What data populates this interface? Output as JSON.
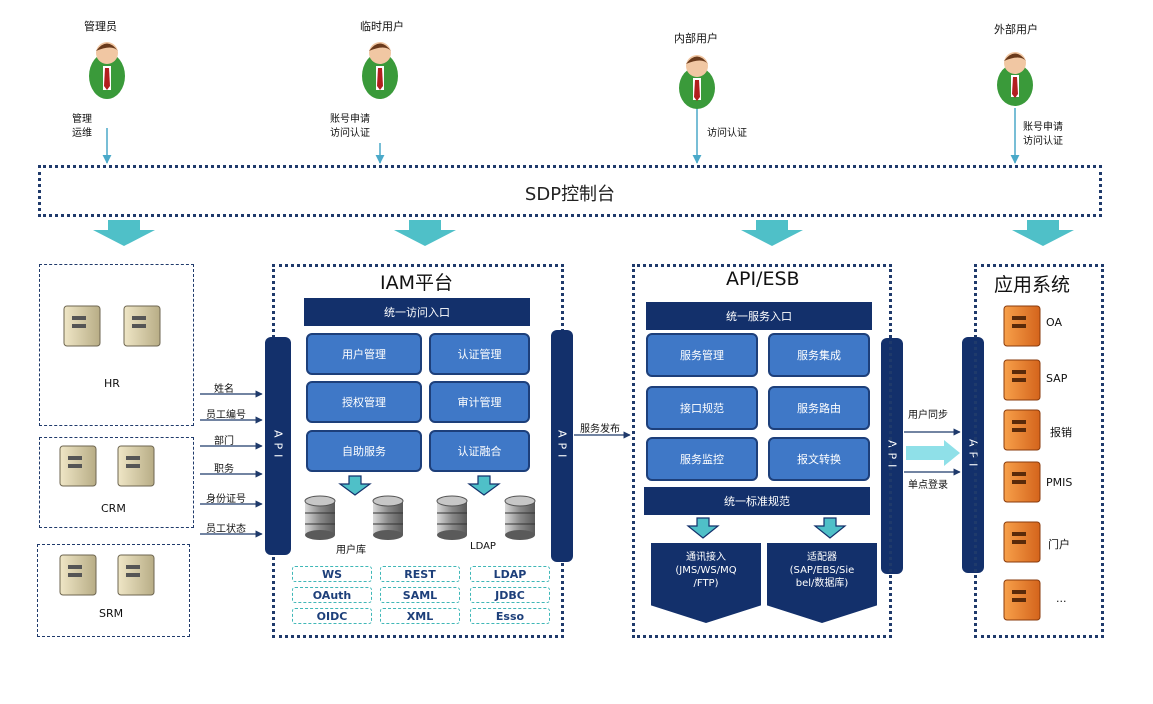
{
  "users": [
    {
      "name": "管理员",
      "note_lines": [
        "管理",
        "运维"
      ]
    },
    {
      "name": "临时用户",
      "note_lines": [
        "账号申请",
        "访问认证"
      ]
    },
    {
      "name": "内部用户",
      "note_lines": [
        "访问认证"
      ]
    },
    {
      "name": "外部用户",
      "note_lines": [
        "账号申请",
        "访问认证"
      ]
    }
  ],
  "sdp": {
    "title": "SDP控制台"
  },
  "sources": [
    {
      "name": "HR"
    },
    {
      "name": "CRM"
    },
    {
      "name": "SRM"
    }
  ],
  "sync_fields": [
    "姓名",
    "员工编号",
    "部门",
    "职务",
    "身份证号",
    "员工状态"
  ],
  "iam": {
    "title": "IAM平台",
    "entry": "统一访问入口",
    "modules": [
      "用户管理",
      "认证管理",
      "授权管理",
      "审计管理",
      "自助服务",
      "认证融合"
    ],
    "stores": [
      "用户库",
      "LDAP"
    ],
    "protocols": [
      "WS",
      "REST",
      "LDAP",
      "OAuth",
      "SAML",
      "JDBC",
      "OIDC",
      "XML",
      "Esso"
    ]
  },
  "api_label": "API",
  "service_publish": "服务发布",
  "esb": {
    "title": "API/ESB",
    "entry": "统一服务入口",
    "modules": [
      "服务管理",
      "服务集成",
      "接口规范",
      "服务路由",
      "服务监控",
      "报文转换"
    ],
    "standard": "统一标准规范",
    "outputs": [
      {
        "lines": [
          "通讯接入",
          "(JMS/WS/MQ",
          "/FTP)"
        ]
      },
      {
        "lines": [
          "适配器",
          "(SAP/EBS/Sie",
          "bel/数据库)"
        ]
      }
    ]
  },
  "links": {
    "user_sync": "用户同步",
    "sso": "单点登录"
  },
  "apps": {
    "title": "应用系统",
    "items": [
      "OA",
      "SAP",
      "报销",
      "PMIS",
      "门户",
      "..."
    ]
  },
  "colors": {
    "navy": "#13306b",
    "module_blue": "#3f78c7",
    "teal_arrow": "#4fc0c8",
    "user_green": "#3a9a3a"
  }
}
